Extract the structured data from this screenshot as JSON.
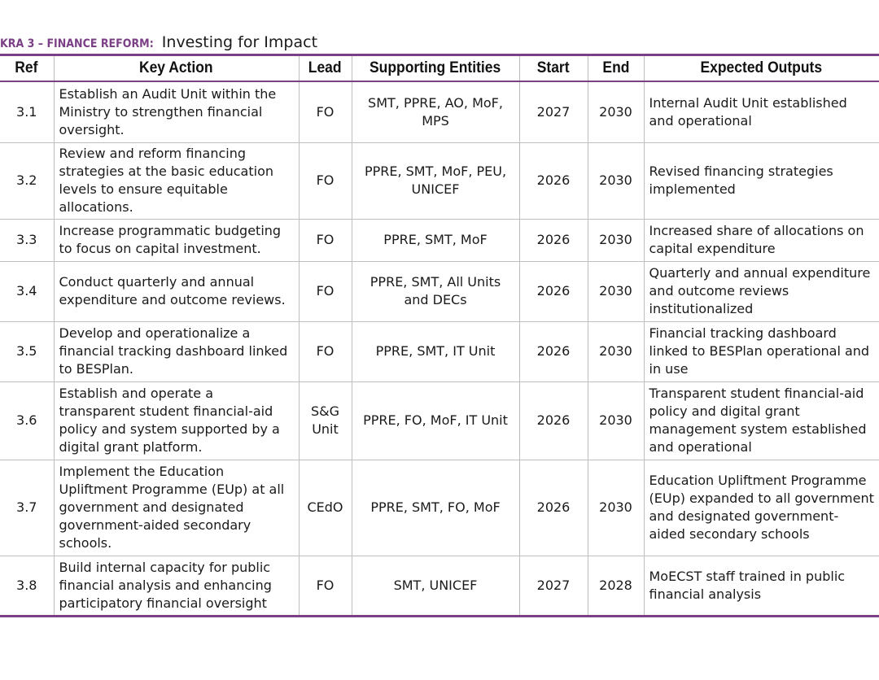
{
  "header": {
    "kra_label": "KRA 3 – FINANCE REFORM:",
    "subtitle": "Investing for Impact"
  },
  "columns": [
    "Ref",
    "Key Action",
    "Lead",
    "Supporting Entities",
    "Start",
    "End",
    "Expected Outputs"
  ],
  "rows": [
    {
      "ref": "3.1",
      "action": "Establish an Audit Unit within the Ministry to strengthen financial oversight.",
      "lead": "FO",
      "supporting": "SMT, PPRE, AO, MoF, MPS",
      "start": "2027",
      "end": "2030",
      "outputs": "Internal Audit Unit established and operational"
    },
    {
      "ref": "3.2",
      "action": "Review and reform financing strategies at the basic education levels to ensure equitable allocations.",
      "lead": "FO",
      "supporting": "PPRE, SMT, MoF, PEU, UNICEF",
      "start": "2026",
      "end": "2030",
      "outputs": "Revised financing strategies implemented"
    },
    {
      "ref": "3.3",
      "action": "Increase programmatic budgeting to focus on capital investment.",
      "lead": "FO",
      "supporting": "PPRE, SMT, MoF",
      "start": "2026",
      "end": "2030",
      "outputs": "Increased share of allocations on capital expenditure"
    },
    {
      "ref": "3.4",
      "action": "Conduct quarterly and annual expenditure and outcome reviews.",
      "lead": "FO",
      "supporting": "PPRE, SMT, All Units and DECs",
      "start": "2026",
      "end": "2030",
      "outputs": "Quarterly and annual expenditure and outcome reviews institutionalized"
    },
    {
      "ref": "3.5",
      "action": "Develop and operationalize a financial tracking dashboard linked to BESPlan.",
      "lead": "FO",
      "supporting": "PPRE, SMT, IT Unit",
      "start": "2026",
      "end": "2030",
      "outputs": "Financial tracking dashboard linked to BESPlan operational and in use"
    },
    {
      "ref": "3.6",
      "action": "Establish and operate a transparent student financial-aid policy and system supported by a digital grant platform.",
      "lead": "S&G Unit",
      "supporting": "PPRE, FO, MoF, IT Unit",
      "start": "2026",
      "end": "2030",
      "outputs": "Transparent student financial-aid policy and digital grant management system established and operational"
    },
    {
      "ref": "3.7",
      "action": "Implement the Education Upliftment Programme (EUp) at all government and designated government-aided secondary schools.",
      "lead": "CEdO",
      "supporting": "PPRE, SMT, FO, MoF",
      "start": "2026",
      "end": "2030",
      "outputs": "Education Upliftment Programme (EUp) expanded to all government and designated government-aided secondary schools"
    },
    {
      "ref": "3.8",
      "action": "Build internal capacity for public financial analysis and enhancing participatory financial oversight",
      "lead": "FO",
      "supporting": "SMT, UNICEF",
      "start": "2027",
      "end": "2028",
      "outputs": "MoECST staff trained in public financial analysis"
    }
  ]
}
